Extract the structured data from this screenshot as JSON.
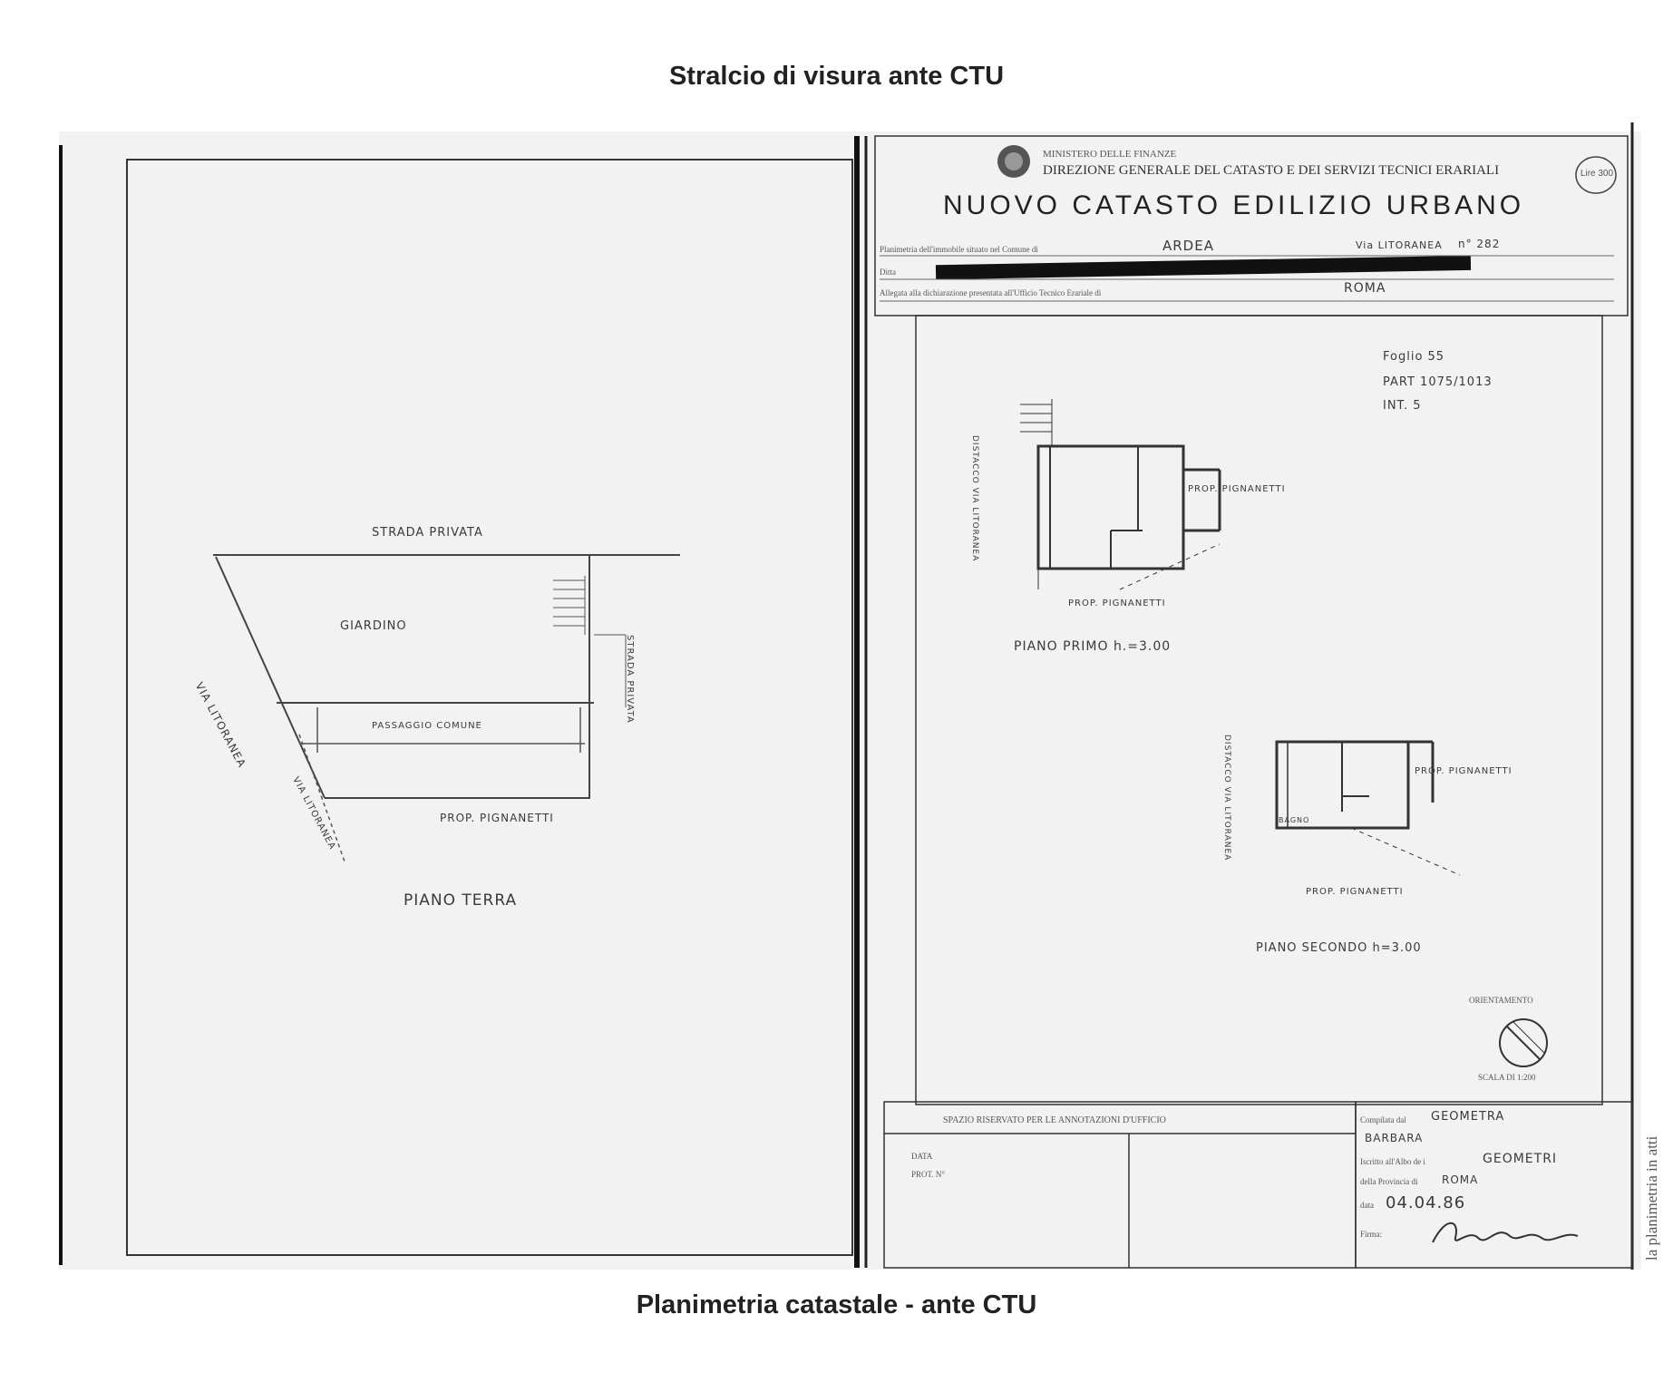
{
  "captions": {
    "top": "Stralcio di visura ante CTU",
    "bottom": "Planimetria catastale - ante CTU"
  },
  "left_sheet": {
    "road_top": "STRADA PRIVATA",
    "garden": "GIARDINO",
    "street_left": "VIA LITORANEA",
    "passage": "PASSAGGIO COMUNE",
    "neighbor_right": "STRADA PRIVATA",
    "neighbor_bottom": "PROP. PIGNANETTI",
    "street_diag": "VIA LITORANEA",
    "floor_label": "PIANO TERRA"
  },
  "right_sheet": {
    "ministry": "MINISTERO DELLE FINANZE",
    "direction": "DIREZIONE GENERALE DEL CATASTO E DEI SERVIZI TECNICI ERARIALI",
    "badge": "Lire 300",
    "title": "NUOVO CATASTO EDILIZIO URBANO",
    "row1_label": "Planimetria dell'immobile situato nel Comune di",
    "row1_value": "ARDEA",
    "row1_right": "Via LITORANEA",
    "row1_num": "n° 282",
    "row2_label": "Ditta",
    "row3_label": "Allegata alla dichiarazione presentata all'Ufficio Tecnico Erariale di",
    "row3_value": "ROMA",
    "foglio": "Foglio   55",
    "part": "PART   1075/1013",
    "int": "INT.     5",
    "upper_neighbor_right": "PROP. PIGNANETTI",
    "upper_neighbor_bottom": "PROP. PIGNANETTI",
    "upper_street": "DISTACCO VIA LITORANEA",
    "upper_floor": "PIANO PRIMO  h.=3.00",
    "lower_neighbor_right": "PROP. PIGNANETTI",
    "lower_neighbor_bottom": "PROP. PIGNANETTI",
    "lower_street": "DISTACCO VIA LITORANEA",
    "lower_room": "BAGNO",
    "lower_floor": "PIANO SECONDO   h=3.00",
    "orientation": "ORIENTAMENTO",
    "scale": "SCALA DI 1:200",
    "office_box": "SPAZIO RISERVATO PER LE ANNOTAZIONI D'UFFICIO",
    "data_label": "DATA",
    "prot_label": "PROT. N°",
    "compiled_label": "Compilata dal",
    "compiled_value": "GEOMETRA",
    "compiler_name": "BARBARA",
    "registered_label": "Iscritto all'Albo de i",
    "registered_value": "GEOMETRI",
    "province_label": "della Provincia di",
    "province_value": "ROMA",
    "date_label": "data",
    "date_value": "04.04.86",
    "signature_label": "Firma:",
    "side_note": "la planimetria in atti"
  }
}
